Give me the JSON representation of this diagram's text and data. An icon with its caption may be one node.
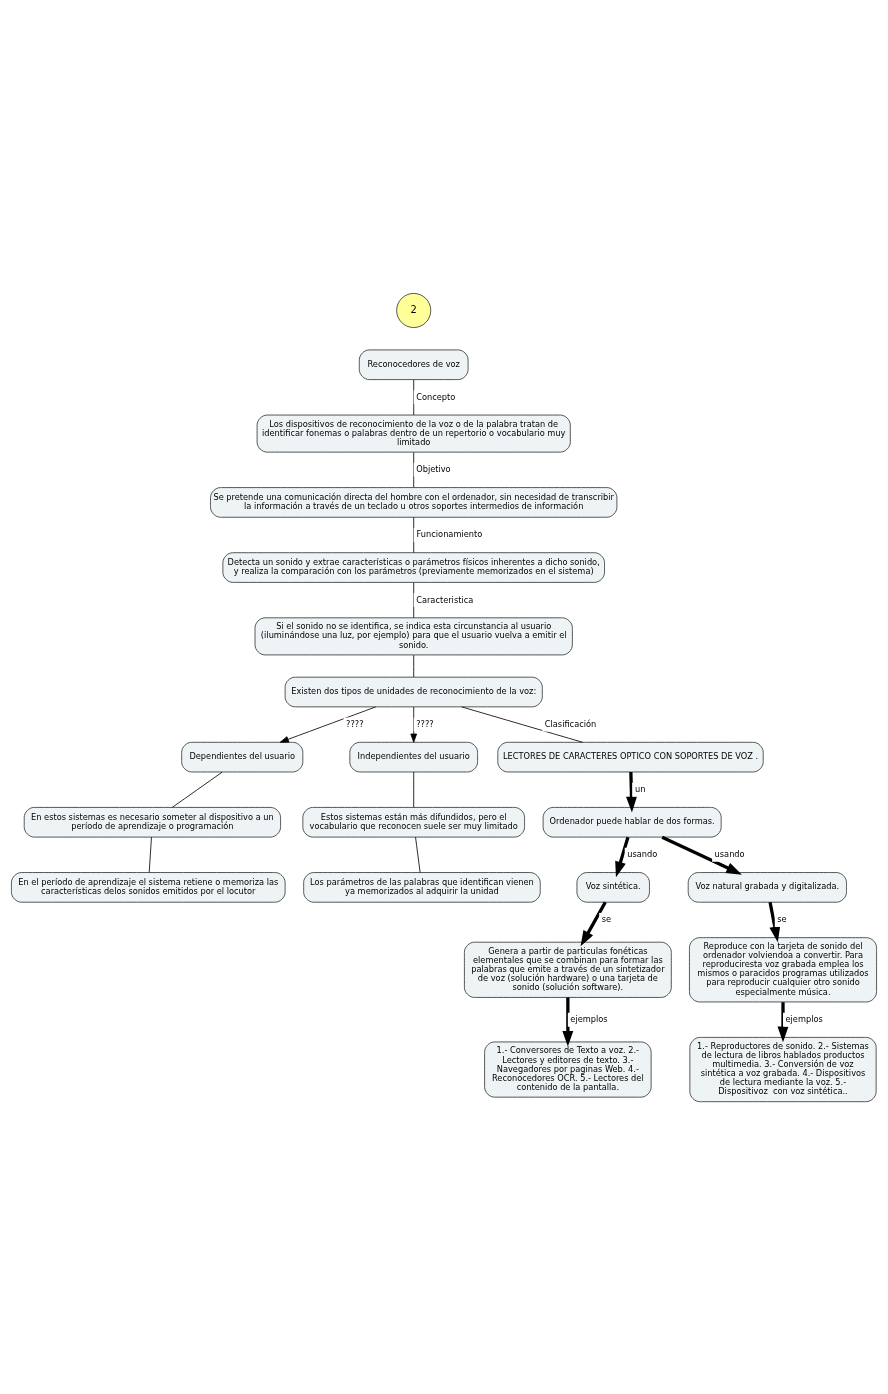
{
  "diagram": {
    "nodes": [
      {
        "text": [
          "2"
        ]
      },
      {
        "text": [
          "Reconocedores de voz"
        ]
      },
      {
        "text": [
          "Los dispositivos de reconocimiento de la voz o de la palabra tratan de identificar fonemas o palabras dentro de un repertorio o vocabulario muy limitado"
        ]
      },
      {
        "text": [
          "Se pretende una comunicación directa del hombre con el ordenador, sin necesidad de transcribir la información a través de un teclado u otros soportes intermedios de información"
        ]
      },
      {
        "text": [
          "Detecta un sonido y extrae características o parámetros físicos inherentes a dicho sonido, y realiza la comparación con los parámetros (previamente memorizados en el sistema)"
        ]
      },
      {
        "text": [
          "Si el sonido no se identifica, se indica esta circunstancia al usuario (iluminándose una luz, por ejemplo) para que el usuario vuelva a emitir el sonido."
        ]
      },
      {
        "text": [
          "Existen dos tipos de unidades de reconocimiento de la voz:"
        ]
      },
      {
        "text": [
          "Dependientes del usuario"
        ]
      },
      {
        "text": [
          "Independientes del usuario"
        ]
      },
      {
        "text": [
          "En estos sistemas es necesario someter al dispositivo a un período de aprendizaje o programación"
        ]
      },
      {
        "text": [
          "Estos sistemas están más difundidos, pero el vocabulario que reconocen suele ser muy limitado"
        ]
      },
      {
        "text": [
          "En el período de aprendizaje el sistema retiene o memoriza las características delos sonidos emitidos por el locutor"
        ]
      },
      {
        "text": [
          "Los parámetros de las palabras que identifican vienen ya memorizados al adquirir la unidad"
        ]
      },
      {
        "text": [
          "LECTORES DE CARACTERES OPTICO CON SOPORTES DE VOZ ."
        ]
      },
      {
        "text": [
          "Ordenador puede hablar de dos formas."
        ]
      },
      {
        "text": [
          "Voz sintética."
        ]
      },
      {
        "text": [
          "Voz natural grabada y digitalizada."
        ]
      },
      {
        "text": [
          "Genera a partir de particulas fonéticas elementales que se combinan para formar las palabras que emite a través de un sintetizador de voz (solución hardware) o una tarjeta de sonido (solución software)."
        ]
      },
      {
        "text": [
          "Reproduce con la tarjeta de sonido del ordenador volviendoa a convertir. Para reproduciresta voz grabada emplea los mismos o paracidos programas utilizados para reproducir cualquier otro sonido especialmente música."
        ]
      },
      {
        "text": [
          "1.- Conversores de Texto a voz. 2.- Lectores y editores de texto. 3.- Navegadores por paginas Web. 4.- Reconocedores OCR. 5.- Lectores del contenido de la pantalla."
        ]
      },
      {
        "text": [
          "1.- Reproductores de sonido. 2.- Sistemas de lectura de libros hablados productos multimedia. 3.- Conversión de voz sintética a voz grabada. 4.- Dispositivos de lectura mediante la voz. 5.- Dispositivoz  con voz sintética.."
        ]
      }
    ],
    "edges": [
      {
        "from": 1,
        "to": 2,
        "arrow": "none",
        "label": "Concepto"
      },
      {
        "from": 2,
        "to": 3,
        "arrow": "none",
        "label": "Objetivo"
      },
      {
        "from": 3,
        "to": 4,
        "arrow": "none",
        "label": "Funcionamiento"
      },
      {
        "from": 4,
        "to": 5,
        "arrow": "none",
        "label": "Caracteristica"
      },
      {
        "from": 5,
        "to": 6,
        "arrow": "none"
      },
      {
        "from": 6,
        "to": 7,
        "arrow": "to",
        "label": "????"
      },
      {
        "from": 6,
        "to": 8,
        "arrow": "to",
        "label": "????"
      },
      {
        "from": 7,
        "to": 9,
        "arrow": "none"
      },
      {
        "from": 8,
        "to": 10,
        "arrow": "none"
      },
      {
        "from": 9,
        "to": 11,
        "arrow": "none"
      },
      {
        "from": 10,
        "to": 12,
        "arrow": "none"
      },
      {
        "from": 6,
        "to": 13,
        "arrow": "none",
        "label": "Clasificación"
      },
      {
        "from": 13,
        "to": 14,
        "arrow": "to",
        "label": "un",
        "style": "thick"
      },
      {
        "from": 14,
        "to": 15,
        "arrow": "to",
        "label": "usando",
        "style": "thick"
      },
      {
        "from": 14,
        "to": 16,
        "arrow": "to",
        "label": "usando",
        "style": "thick"
      },
      {
        "from": 15,
        "to": 17,
        "arrow": "to",
        "label": "se",
        "style": "thick"
      },
      {
        "from": 16,
        "to": 18,
        "arrow": "to",
        "label": "se",
        "style": "thick"
      },
      {
        "from": 17,
        "to": 19,
        "arrow": "to",
        "label": "ejemplos",
        "style": "thick"
      },
      {
        "from": 18,
        "to": 20,
        "arrow": "to",
        "label": "ejemplos",
        "style": "thick"
      }
    ]
  }
}
